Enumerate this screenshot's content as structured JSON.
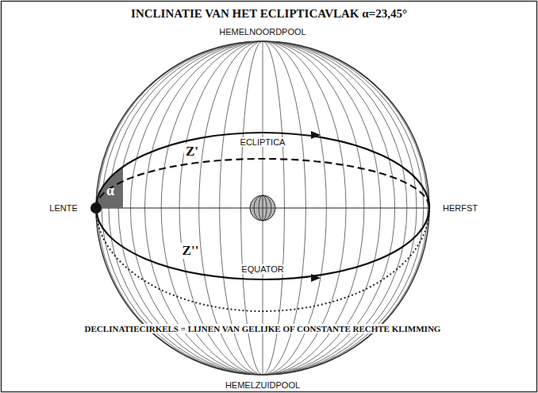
{
  "diagram": {
    "title": "INCLINATIE VAN HET ECLIPTICAVLAK α=23,45°",
    "labels": [
      "HEMELNOORDPOOL",
      "ECLIPTICA",
      "Z'",
      "LENTE",
      "α",
      "HERFST",
      "Z''",
      "EQUATOR",
      "DECLINATIECIRKELS = LIJNEN VAN GELIJKE OF CONSTANTE RECHTE KLIMMING",
      "HEMELZUIDPOOL"
    ]
  }
}
